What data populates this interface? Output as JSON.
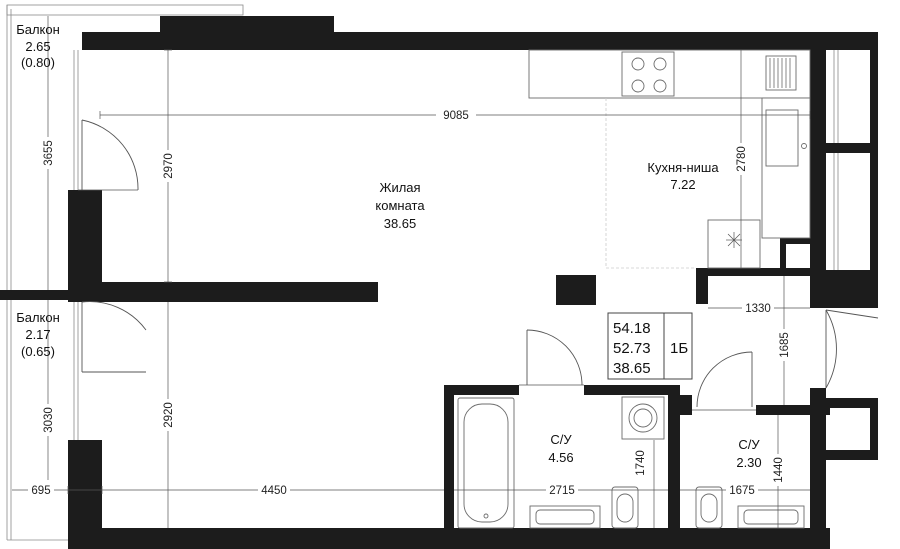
{
  "rooms": {
    "balcony_top": {
      "name": "Балкон",
      "area": "2.65",
      "area_alt": "(0.80)"
    },
    "balcony_bottom": {
      "name": "Балкон",
      "area": "2.17",
      "area_alt": "(0.65)"
    },
    "living": {
      "name_line1": "Жилая",
      "name_line2": "комната",
      "area": "38.65"
    },
    "kitchen": {
      "name": "Кухня-ниша",
      "area": "7.22"
    },
    "bath1": {
      "name": "С/У",
      "area": "4.56"
    },
    "bath2": {
      "name": "С/У",
      "area": "2.30"
    }
  },
  "summary": {
    "total": "54.18",
    "total_excl": "52.73",
    "living": "38.65",
    "type": "1Б"
  },
  "dimensions": {
    "d9085": "9085",
    "d2970": "2970",
    "d2780": "2780",
    "d3655": "3655",
    "d3030": "3030",
    "d2920": "2920",
    "d695": "695",
    "d4450": "4450",
    "d2715": "2715",
    "d1740": "1740",
    "d1330": "1330",
    "d1685": "1685",
    "d1675": "1675",
    "d1440": "1440"
  }
}
